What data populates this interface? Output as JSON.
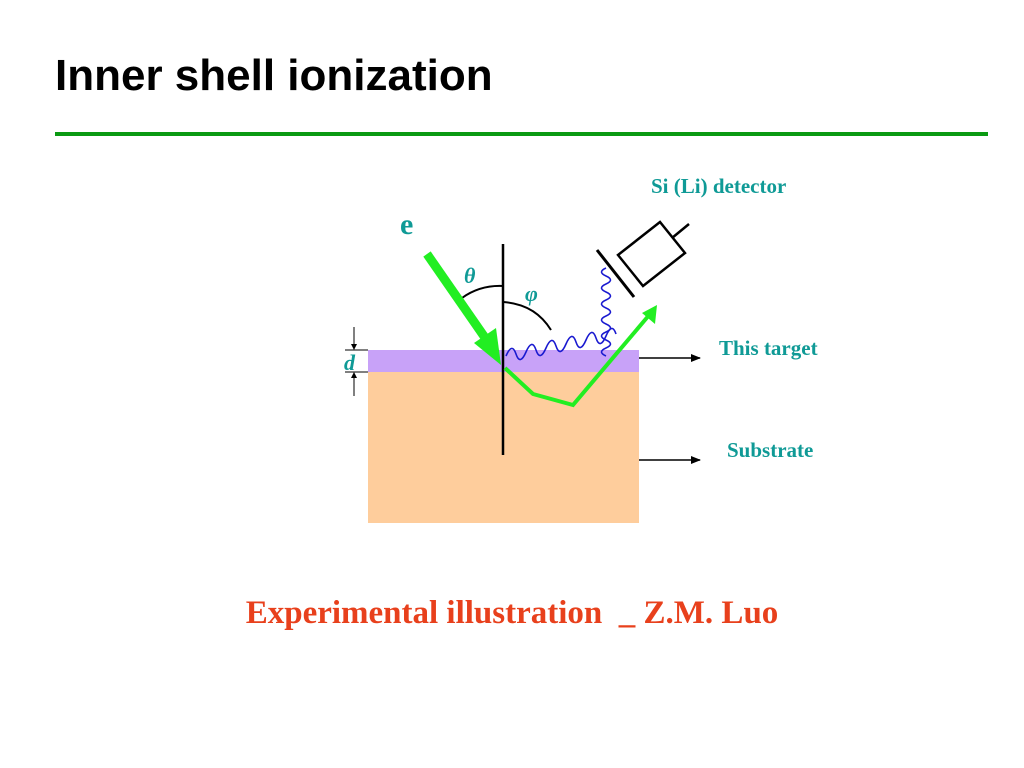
{
  "slide": {
    "title": "Inner shell ionization",
    "caption": "Experimental illustration  _ Z.M. Luo"
  },
  "diagram": {
    "labels": {
      "detector": "Si (Li) detector",
      "electron": "e",
      "theta": "θ",
      "phi": "φ",
      "thickness": "d",
      "target": "This target",
      "substrate": "Substrate"
    }
  },
  "colors": {
    "title_rule": "#0a9a12",
    "caption": "#e8401c",
    "label_teal": "#0f9a96",
    "target_layer": "#c8a2f8",
    "substrate": "#fecd9c",
    "electron_beam": "#22ee22",
    "xray_wave": "#1a1ad0"
  }
}
